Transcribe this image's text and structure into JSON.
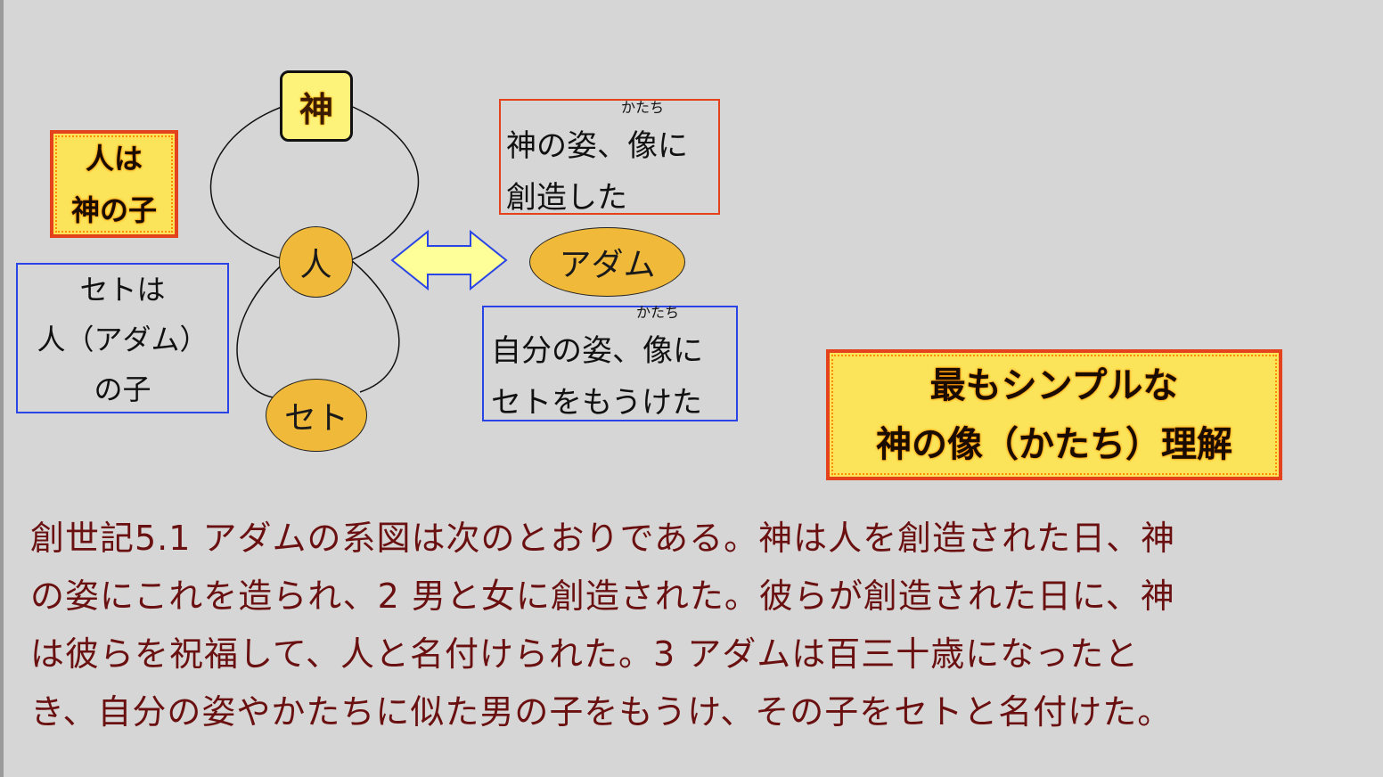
{
  "diagram": {
    "god_label": "神",
    "man_label": "人",
    "seth_label": "セト",
    "adam_label": "アダム",
    "child_of_god": [
      "人は",
      "神の子"
    ],
    "seth_note": [
      "セトは",
      "人（アダム）",
      "の子"
    ],
    "god_note": {
      "line1_before": "神の姿、",
      "ruby_base": "像",
      "ruby_text": "かたち",
      "line1_after": "に",
      "line2": "創造した"
    },
    "self_note": {
      "line1_before": "自分の姿、",
      "ruby_base": "像",
      "ruby_text": "かたち",
      "line1_after": "に",
      "line2": "セトをもうけた"
    },
    "simple_understanding": [
      "最もシンプルな",
      "神の像（かたち）理解"
    ]
  },
  "scripture": [
    "創世記5.1 アダムの系図は次のとおりである。神は人を創造された日、神",
    "の姿にこれを造られ、2 男と女に創造された。彼らが創造された日に、神",
    "は彼らを祝福して、人と名付けられた。3 アダムは百三十歳になったと",
    "き、自分の姿やかたちに似た男の子をもうけ、その子をセトと名付けた。"
  ],
  "colors": {
    "background": "#d6d6d6",
    "oval_fill": "#f0b93a",
    "headline_fill": "#fbe45a",
    "red_border": "#e4421c",
    "blue_border": "#2a45e6",
    "scripture_text": "#6a1010",
    "arrow_fill": "#ffff99"
  }
}
